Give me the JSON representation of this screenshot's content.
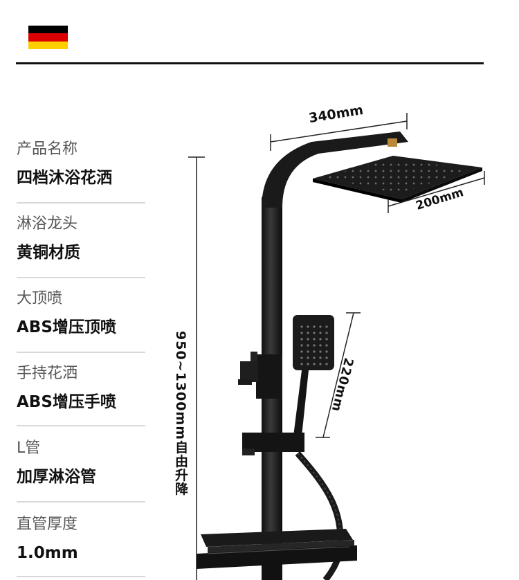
{
  "flag": {
    "name": "germany-flag-icon",
    "colors": [
      "#000000",
      "#dd0000",
      "#ffce00"
    ]
  },
  "specs": [
    {
      "label": "产品名称",
      "value": "四档沐浴花洒"
    },
    {
      "label": "淋浴龙头",
      "value": "黄铜材质"
    },
    {
      "label": "大顶喷",
      "value": "ABS增压顶喷"
    },
    {
      "label": "手持花洒",
      "value": "ABS增压手喷"
    },
    {
      "label": "L管",
      "value": "加厚淋浴管"
    },
    {
      "label": "直管厚度",
      "value": "1.0mm"
    }
  ],
  "dimensions": {
    "width_label": "340mm",
    "depth_label": "200mm",
    "handheld_label": "220mm",
    "height_label": "950~1300mm自由升降"
  }
}
